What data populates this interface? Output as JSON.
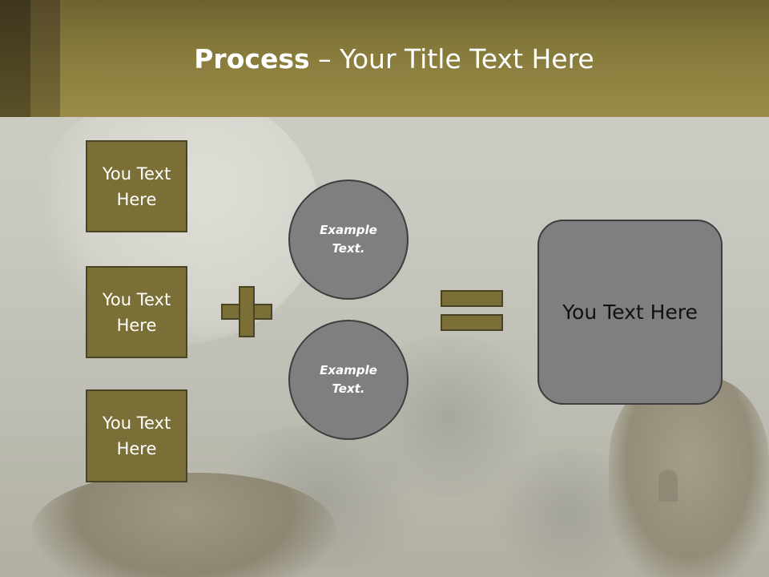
{
  "slide": {
    "title_bold": "Process",
    "title_rest": " – Your Title Text Here",
    "left_boxes": [
      {
        "line1": "You Text",
        "line2": "Here"
      },
      {
        "line1": "You Text",
        "line2": "Here"
      },
      {
        "line1": "You Text",
        "line2": "Here"
      }
    ],
    "circles": [
      {
        "line1": "Example",
        "line2": "Text."
      },
      {
        "line1": "Example",
        "line2": "Text."
      }
    ],
    "result_text": "You Text Here"
  },
  "colors": {
    "header": "#877b3c",
    "box_fill": "#7a6f36",
    "box_border": "#4a4424",
    "circle_fill": "#7f7f7f",
    "circle_border": "#3e3e3e"
  },
  "icons": {
    "operator_1": "plus-icon",
    "operator_2": "equals-icon"
  }
}
